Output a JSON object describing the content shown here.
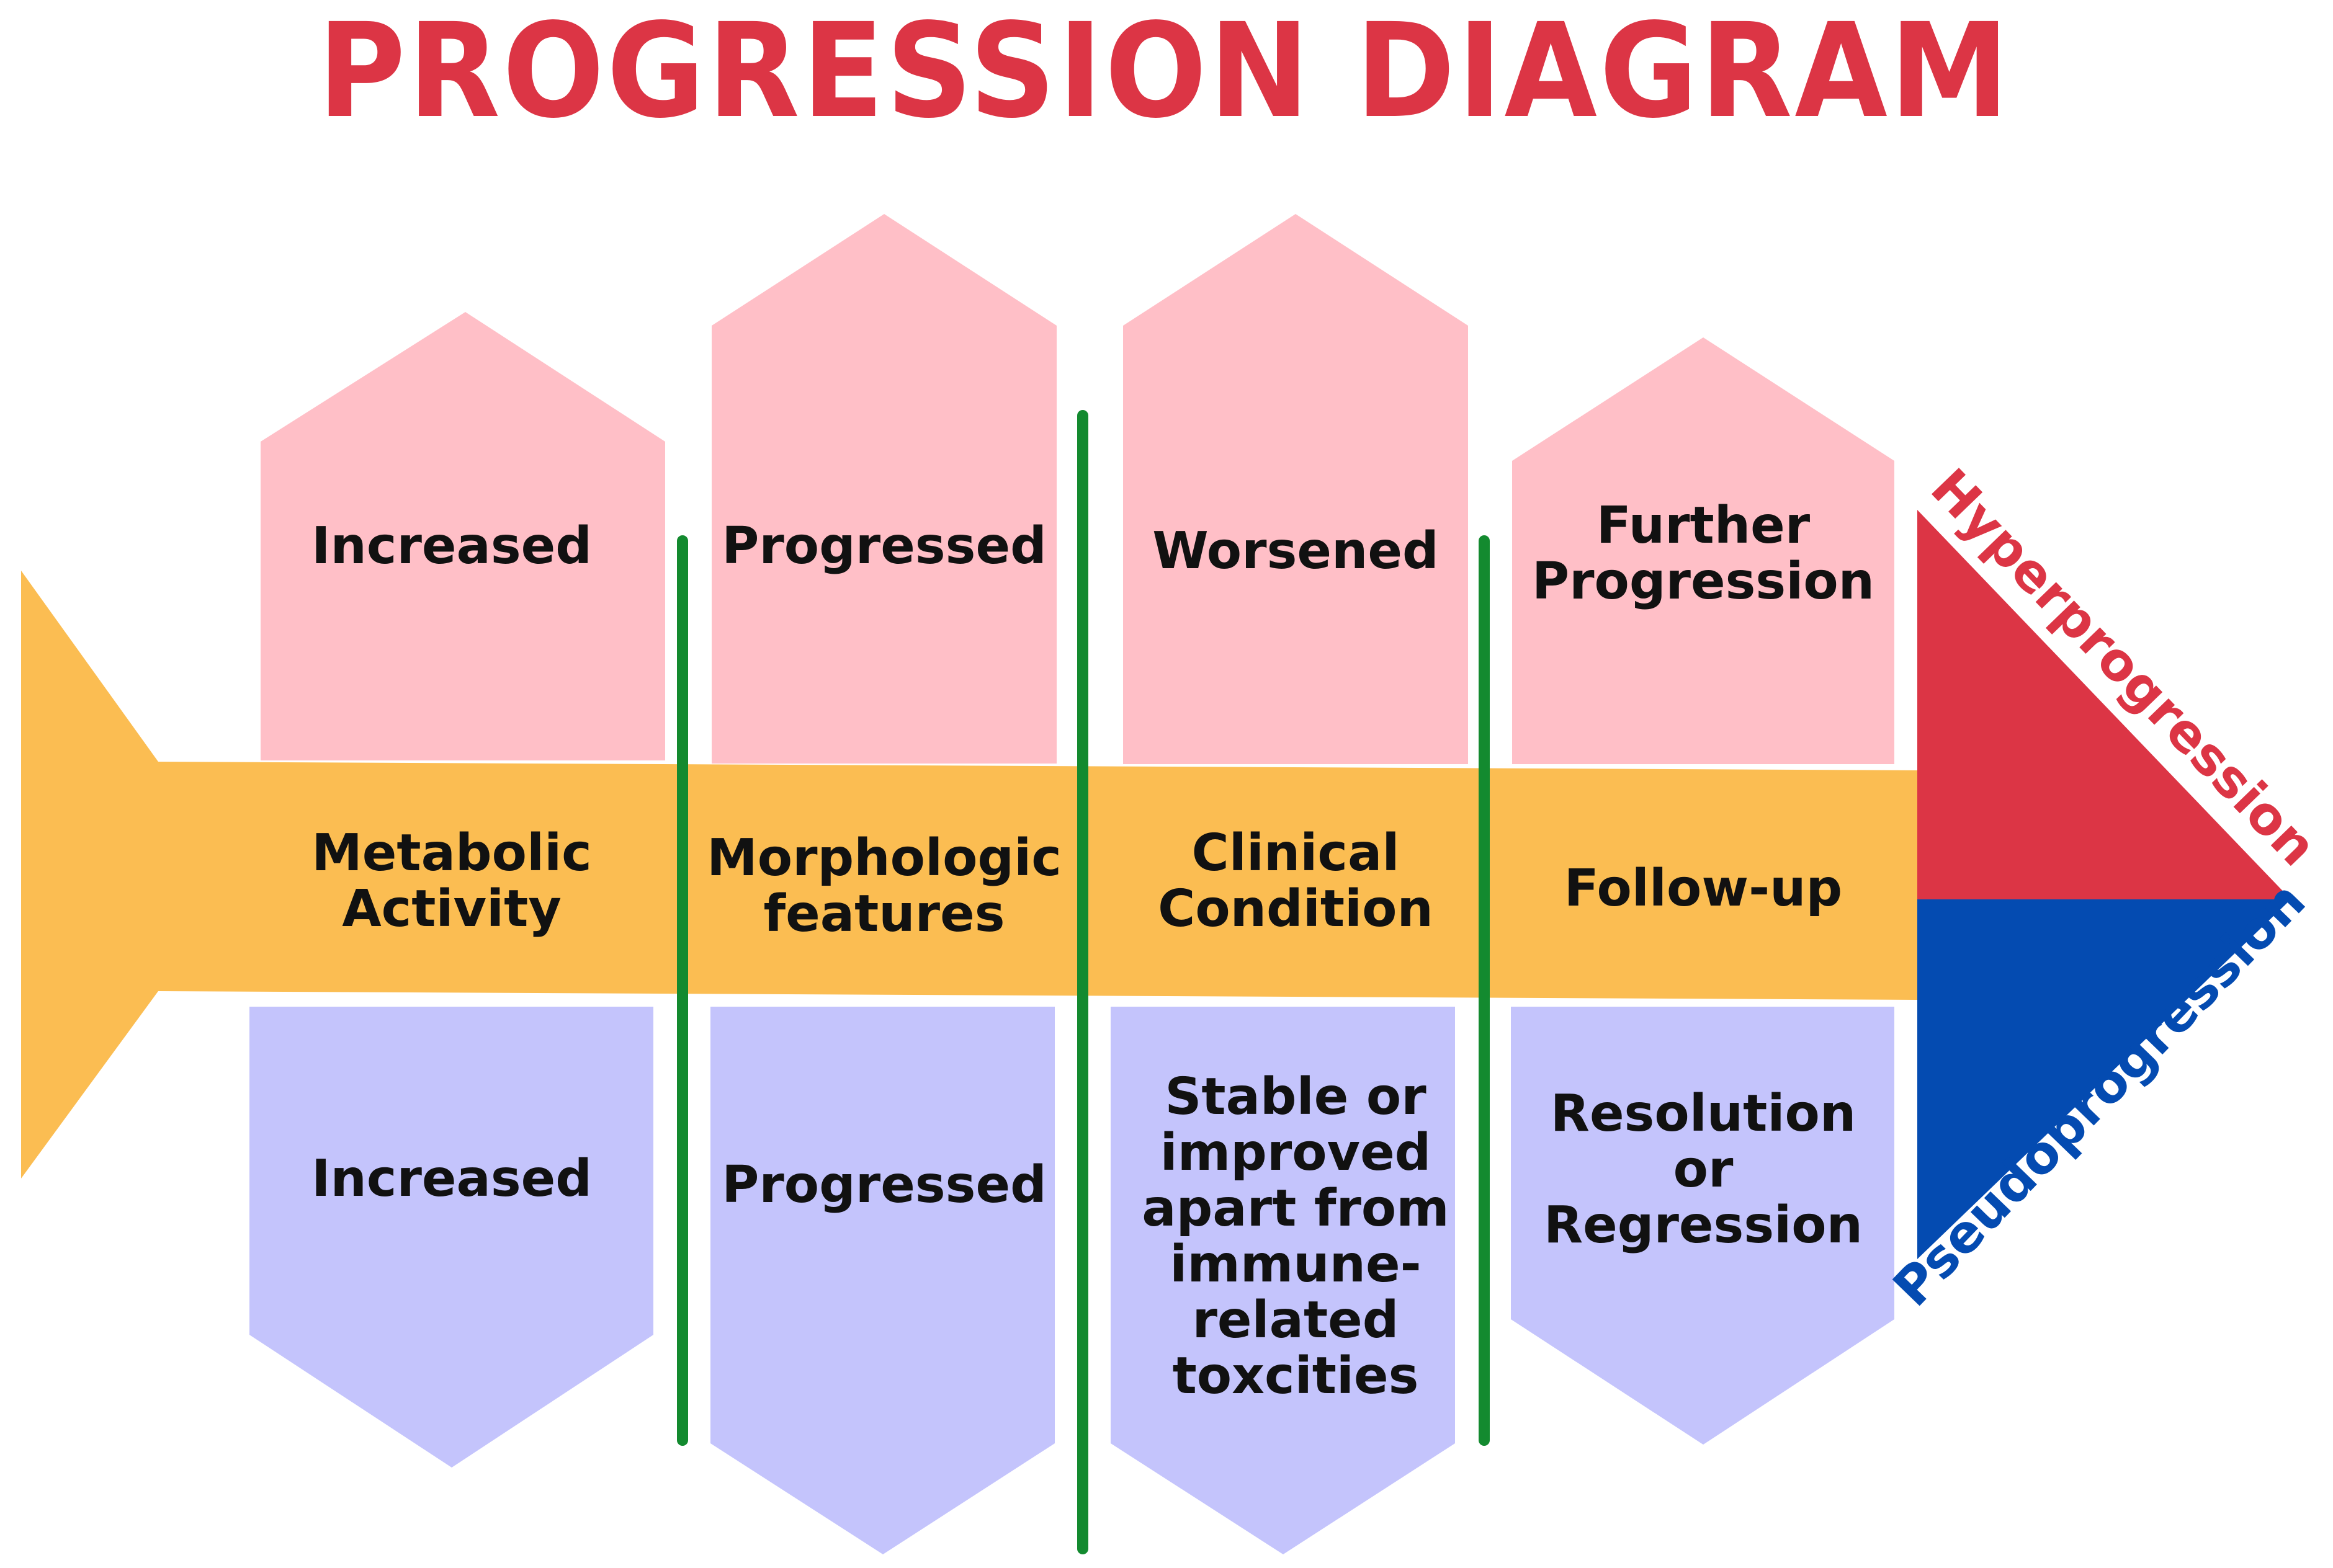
{
  "title": "PROGRESSION DIAGRAM",
  "colors": {
    "title": "#dc3545",
    "spine": "#fbbd52",
    "upper_box": "#ffbfc7",
    "lower_box": "#c4c4fc",
    "divider": "#138a2f",
    "hyper": "#dc3545",
    "pseudo": "#044bb1"
  },
  "columns": [
    {
      "spine": [
        "Metabolic",
        "Activity"
      ],
      "upper": [
        "Increased"
      ],
      "lower": [
        "Increased"
      ]
    },
    {
      "spine": [
        "Morphologic",
        "features"
      ],
      "upper": [
        "Progressed"
      ],
      "lower": [
        "Progressed"
      ]
    },
    {
      "spine": [
        "Clinical",
        "Condition"
      ],
      "upper": [
        "Worsened"
      ],
      "lower": [
        "Stable or",
        "improved",
        "apart from",
        "immune-",
        "related",
        "toxcities"
      ]
    },
    {
      "spine": [
        "Follow-up"
      ],
      "upper": [
        "Further",
        "Progression"
      ],
      "lower": [
        "Resolution",
        "or",
        "Regression"
      ]
    }
  ],
  "arrowhead": {
    "upper_label": "Hyperprogression",
    "lower_label": "Pseudoprogression"
  }
}
